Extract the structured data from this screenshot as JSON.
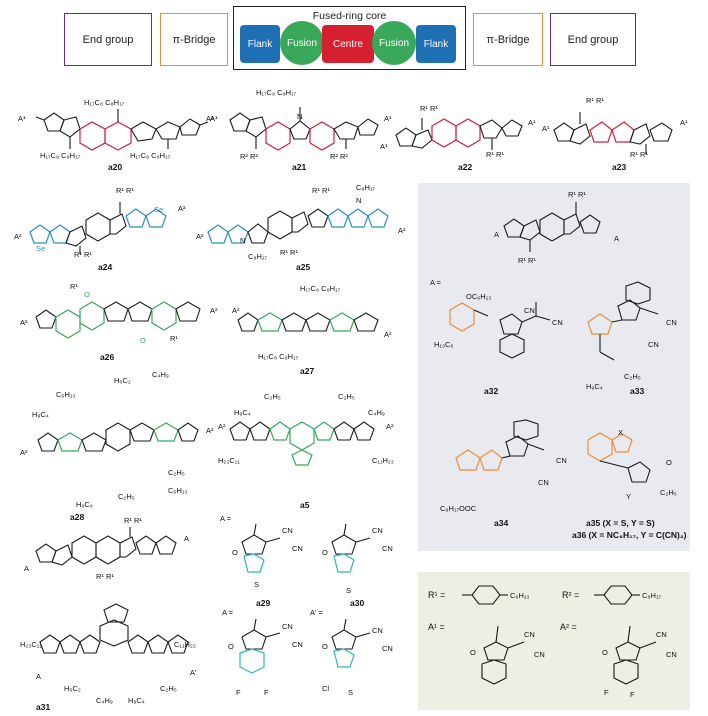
{
  "legend": {
    "end_group_left": "End group",
    "pi_bridge_left": "π-Bridge",
    "core_title": "Fused-ring core",
    "flank_left": "Flank",
    "fusion_left": "Fusion",
    "centre": "Centre",
    "fusion_right": "Fusion",
    "flank_right": "Flank",
    "pi_bridge_right": "π-Bridge",
    "end_group_right": "End group"
  },
  "colors": {
    "end_group_border": "#6b2a7a",
    "pi_bridge_border": "#ee8c3c",
    "flank": "#1f6fb5",
    "fusion": "#3aa85a",
    "centre": "#d6202f",
    "panel_gray": "#e8eaef",
    "panel_beige": "#eeeee2"
  },
  "compounds": {
    "a20": "a20",
    "a21": "a21",
    "a22": "a22",
    "a23": "a23",
    "a24": "a24",
    "a25": "a25",
    "a26": "a26",
    "a27": "a27",
    "a28": "a28",
    "a5": "a5",
    "a29": "a29",
    "a30": "a30",
    "a31": "a31",
    "a32": "a32",
    "a33": "a33",
    "a34": "a34",
    "a35": "a35 (X = S, Y = S)",
    "a36": "a36 (X = NC₈H₁₇, Y = C(CN)₂)"
  },
  "labels": {
    "A_eq": "A =",
    "Aprime_eq": "A' =",
    "R1_eq": "R¹ =",
    "R2_eq": "R² =",
    "A1_eq": "A¹ =",
    "A2_eq": "A² =",
    "R1_sub": "C₆H₁₃",
    "R2_sub": "C₈H₁₇",
    "C8H17": "C₈H₁₇",
    "H17C8": "H₁₇C₈",
    "C6H13": "C₆H₁₃",
    "H13C6": "H₁₃C₆",
    "C2H5": "C₂H₅",
    "C4H9": "C₄H₉",
    "H9C4": "H₉C₄",
    "H5C2": "H₅C₂",
    "C11H23": "C₁₁H₂₃",
    "H23C11": "H₂₃C₁₁",
    "OC6H13": "OC₆H₁₃",
    "C8H17OOC": "C₈H₁₇OOC",
    "CN": "CN",
    "S": "S",
    "Se": "Se",
    "N": "N",
    "O": "O",
    "F": "F",
    "Cl": "Cl",
    "X": "X",
    "Y": "Y",
    "A": "A",
    "A1": "A¹",
    "A2": "A²",
    "Aprime": "A'",
    "R1": "R¹",
    "R2": "R²"
  }
}
